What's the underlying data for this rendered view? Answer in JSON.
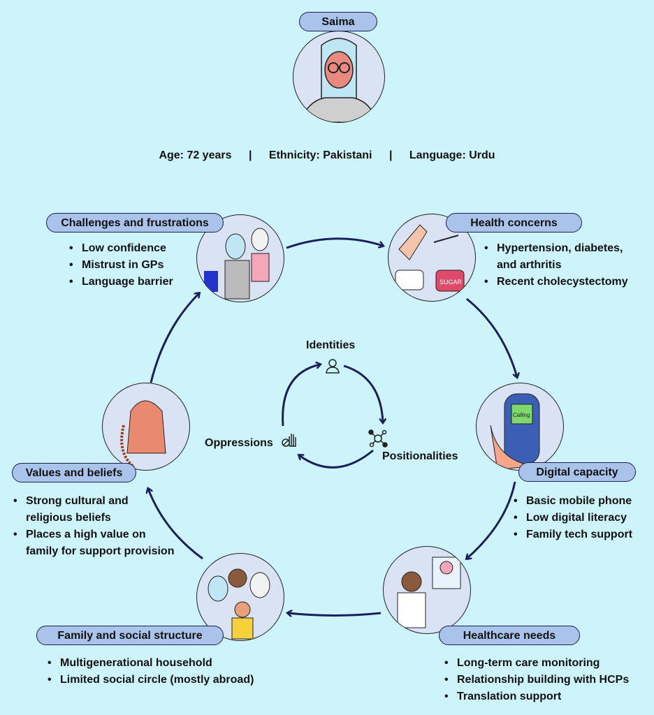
{
  "persona": {
    "name": "Saima",
    "age": "Age: 72 years",
    "ethnicity": "Ethnicity: Pakistani",
    "language": "Language: Urdu",
    "separator": "|"
  },
  "sections": {
    "challenges": {
      "title": "Challenges and frustrations",
      "items": [
        "Low confidence",
        "Mistrust in GPs",
        "Language barrier"
      ]
    },
    "health": {
      "title": "Health concerns",
      "items": [
        "Hypertension, diabetes,",
        "and arthritis",
        "Recent cholecystectomy"
      ]
    },
    "digital": {
      "title": "Digital capacity",
      "items": [
        "Basic mobile phone",
        "Low digital literacy",
        "Family tech support"
      ],
      "phone_text": "Calling"
    },
    "healthcare": {
      "title": "Healthcare needs",
      "items": [
        "Long-term care monitoring",
        "Relationship building with HCPs",
        "Translation support"
      ]
    },
    "family": {
      "title": "Family and social structure",
      "items": [
        "Multigenerational household",
        "Limited social circle (mostly abroad)"
      ]
    },
    "values": {
      "title": "Values and beliefs",
      "items": [
        "Strong cultural and",
        "religious beliefs",
        "Places a high value on",
        "family for support provision"
      ]
    }
  },
  "cycle": {
    "identities": "Identities",
    "positionalities": "Positionalities",
    "oppressions": "Oppressions"
  },
  "colors": {
    "background": "#cdf4fa",
    "pill": "#a9c3ea",
    "circle": "#d9e3f4",
    "arrow": "#1b1f5c"
  }
}
